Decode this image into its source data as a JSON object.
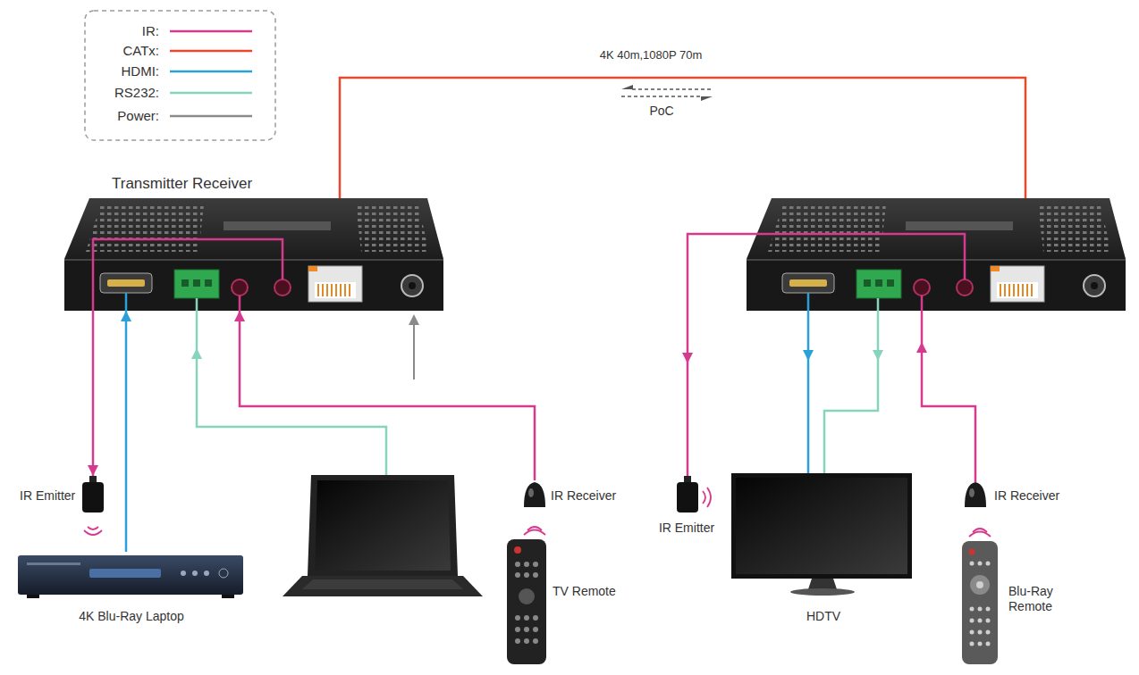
{
  "diagram": {
    "nodes": [
      {
        "text": [
          "Transmitter Receiver"
        ]
      },
      {
        "text": [
          "IR Emitter"
        ]
      },
      {
        "text": [
          "4K Blu-Ray Laptop"
        ]
      },
      {
        "text": [
          "IR Receiver"
        ]
      },
      {
        "text": [
          "TV Remote"
        ]
      },
      {
        "text": [
          "IR Emitter"
        ]
      },
      {
        "text": [
          "HDTV"
        ]
      },
      {
        "text": [
          "IR Receiver"
        ]
      },
      {
        "text": [
          "Blu-Ray Remote"
        ]
      }
    ],
    "edges": [
      {
        "from": 0,
        "to": 1,
        "arrow": "to"
      },
      {
        "from": 2,
        "to": 0,
        "arrow": "to"
      },
      {
        "from": 3,
        "to": 0,
        "arrow": "to"
      }
    ],
    "labels": [
      "4K 40m,1080P 70m",
      "PoC"
    ],
    "legend": [
      {
        "text": "IR:"
      },
      {
        "text": "CATx:"
      },
      {
        "text": "HDMI:"
      },
      {
        "text": "RS232:"
      },
      {
        "text": "Power:"
      }
    ]
  }
}
